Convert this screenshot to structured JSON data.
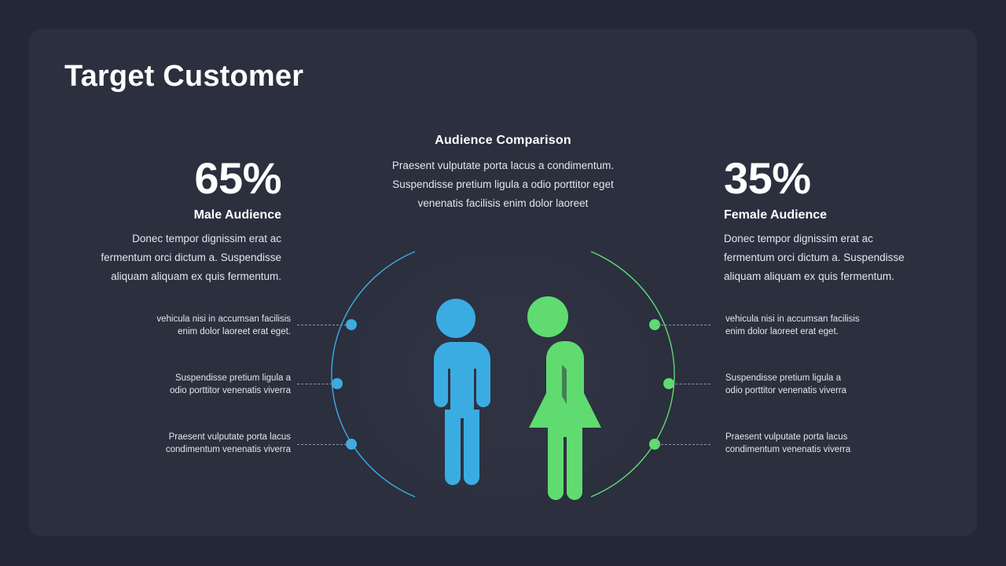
{
  "slide": {
    "title": "Target Customer",
    "bg_color": "#242836",
    "card_color": "#2b2f3e"
  },
  "center": {
    "heading": "Audience Comparison",
    "body_lines": [
      "Praesent vulputate  porta  lacus a condimentum.",
      "Suspendisse pretium  ligula a odio  porttitor  eget",
      "venenatis facilisis enim dolor  laoreet"
    ]
  },
  "left_stat": {
    "percent": "65%",
    "label": "Male Audience",
    "accent": "#3bace2",
    "description_lines": [
      "Donec tempor  dignissim erat ac",
      "fermentum  orci dictum  a. Suspendisse",
      "aliquam aliquam ex quis fermentum."
    ]
  },
  "right_stat": {
    "percent": "35%",
    "label": "Female Audience",
    "accent": "#5fdb70",
    "description_lines": [
      "Donec tempor  dignissim erat ac",
      "fermentum  orci dictum  a. Suspendisse",
      "aliquam aliquam ex quis fermentum."
    ]
  },
  "left_callouts": [
    {
      "line1": "vehicula nisi in accumsan facilisis",
      "line2": "enim dolor laoreet erat eget."
    },
    {
      "line1": "Suspendisse pretium ligula a",
      "line2": "odio porttitor venenatis viverra"
    },
    {
      "line1": "Praesent vulputate porta lacus",
      "line2": "condimentum venenatis viverra"
    }
  ],
  "right_callouts": [
    {
      "line1": "vehicula nisi in accumsan facilisis",
      "line2": "enim dolor laoreet erat eget."
    },
    {
      "line1": "Suspendisse pretium ligula a",
      "line2": "odio porttitor venenatis viverra"
    },
    {
      "line1": "Praesent vulputate porta lacus",
      "line2": "condimentum venenatis viverra"
    }
  ],
  "icons": {
    "male": "male-figure-icon",
    "female": "female-figure-icon"
  },
  "chart_data": {
    "type": "pie",
    "title": "Audience Comparison",
    "categories": [
      "Male Audience",
      "Female Audience"
    ],
    "values": [
      65,
      35
    ],
    "unit": "%",
    "colors": [
      "#3bace2",
      "#5fdb70"
    ],
    "legend": "side-labels"
  }
}
